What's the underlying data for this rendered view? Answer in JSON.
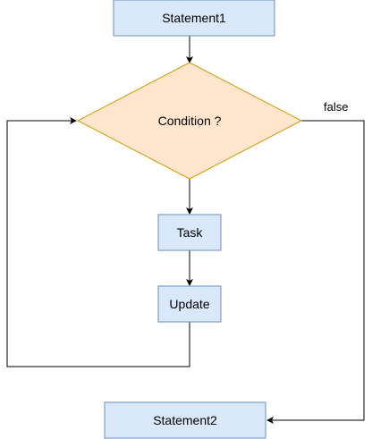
{
  "nodes": {
    "statement1": {
      "label": "Statement1"
    },
    "condition": {
      "label": "Condition ?"
    },
    "task": {
      "label": "Task"
    },
    "update": {
      "label": "Update"
    },
    "statement2": {
      "label": "Statement2"
    }
  },
  "edges": {
    "false_label": "false"
  },
  "colors": {
    "process_fill": "#dae8fc",
    "process_stroke": "#6c8ebf",
    "decision_fill": "#ffe6cc",
    "decision_stroke": "#d79b00",
    "edge": "#000000"
  }
}
